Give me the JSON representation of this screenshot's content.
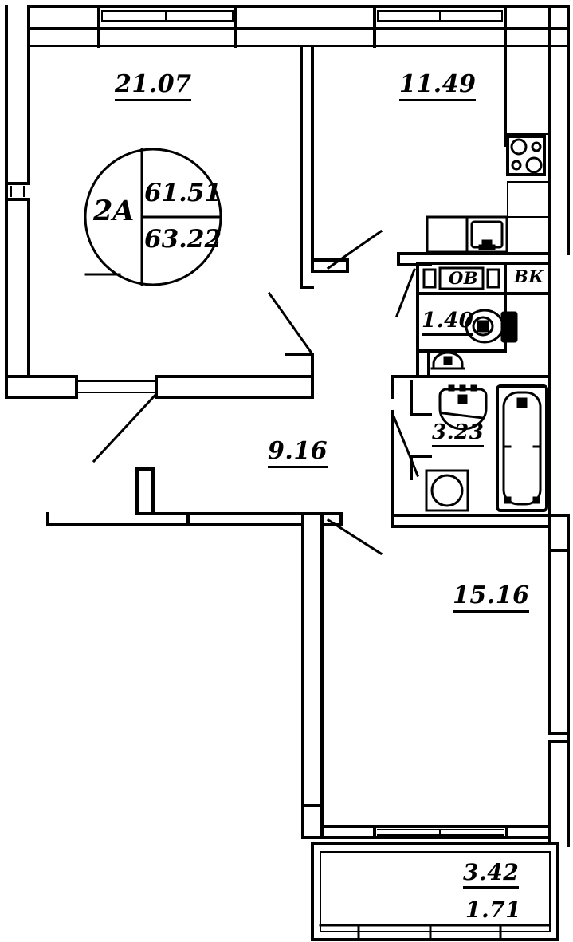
{
  "plan": {
    "type": "apartment-floor-plan",
    "drawing_style": "monochrome line drawing",
    "line_color": "#000000",
    "background_color": "#ffffff",
    "badge": {
      "apartment_type": "2A",
      "area_primary": "61.51",
      "area_secondary": "63.22"
    },
    "rooms": [
      {
        "id": "living-room",
        "area": "21.07"
      },
      {
        "id": "bedroom",
        "area": "11.49"
      },
      {
        "id": "hall",
        "area": "9.16"
      },
      {
        "id": "kitchen",
        "area": "15.16"
      },
      {
        "id": "toilet",
        "area": "1.40"
      },
      {
        "id": "bathroom",
        "area": "3.23"
      }
    ],
    "balcony": {
      "area_gross": "3.42",
      "area_net": "1.71"
    },
    "riser_labels": [
      {
        "id": "ov",
        "text": "ОВ"
      },
      {
        "id": "vk",
        "text": "ВК"
      }
    ]
  }
}
